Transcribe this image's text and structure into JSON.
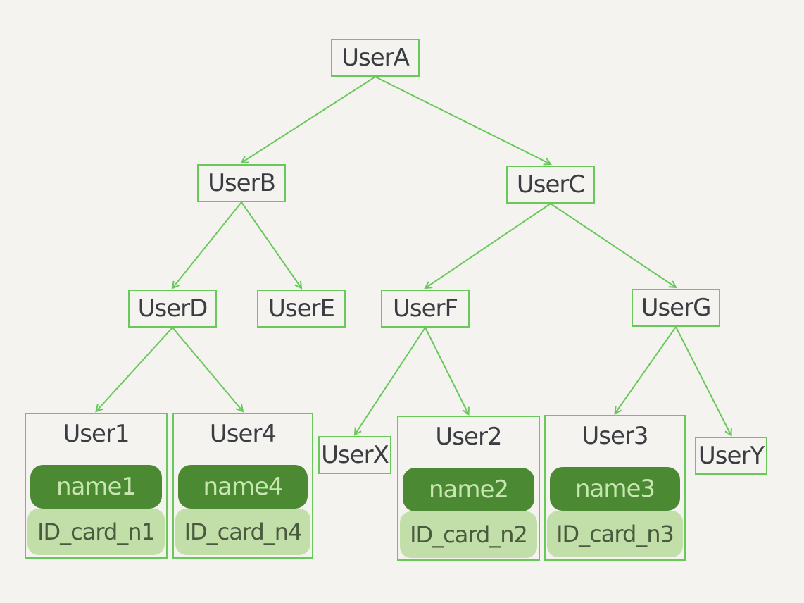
{
  "colors": {
    "edge": "#68c85a",
    "node_border": "#68c85a",
    "text": "#3a3d42",
    "name_pill": "#4b8a33",
    "name_text": "#c8e6b0",
    "id_pill": "#c3dfa9",
    "background": "#f4f3ef"
  },
  "nodes": {
    "userA": "UserA",
    "userB": "UserB",
    "userC": "UserC",
    "userD": "UserD",
    "userE": "UserE",
    "userF": "UserF",
    "userG": "UserG",
    "userX": "UserX",
    "userY": "UserY"
  },
  "leaves": {
    "user1": {
      "title": "User1",
      "name": "name1",
      "id": "ID_card_n1"
    },
    "user4": {
      "title": "User4",
      "name": "name4",
      "id": "ID_card_n4"
    },
    "user2": {
      "title": "User2",
      "name": "name2",
      "id": "ID_card_n2"
    },
    "user3": {
      "title": "User3",
      "name": "name3",
      "id": "ID_card_n3"
    }
  },
  "edges": [
    [
      "userA",
      "userB"
    ],
    [
      "userA",
      "userC"
    ],
    [
      "userB",
      "userD"
    ],
    [
      "userB",
      "userE"
    ],
    [
      "userC",
      "userF"
    ],
    [
      "userC",
      "userG"
    ],
    [
      "userD",
      "user1"
    ],
    [
      "userD",
      "user4"
    ],
    [
      "userF",
      "userX"
    ],
    [
      "userF",
      "user2"
    ],
    [
      "userG",
      "user3"
    ],
    [
      "userG",
      "userY"
    ]
  ]
}
